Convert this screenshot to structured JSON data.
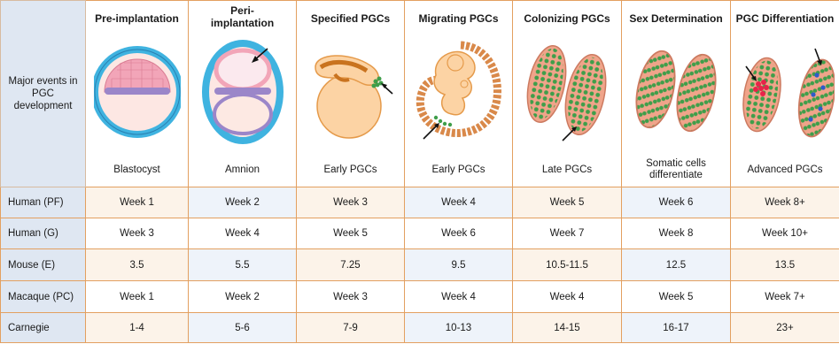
{
  "corner_label": "Major events in PGC development",
  "stages": [
    {
      "title": "Pre-implantation",
      "caption": "Blastocyst",
      "illustration": "blastocyst-icon"
    },
    {
      "title": "Peri-implantation",
      "caption": "Amnion",
      "illustration": "amnion-icon"
    },
    {
      "title": "Specified PGCs",
      "caption": "Early PGCs",
      "illustration": "early-embryo-icon"
    },
    {
      "title": "Migrating PGCs",
      "caption": "Early PGCs",
      "illustration": "curled-embryo-icon"
    },
    {
      "title": "Colonizing PGCs",
      "caption": "Late PGCs",
      "illustration": "gonad-pair-icon"
    },
    {
      "title": "Sex Determination",
      "caption": "Somatic cells differentiate",
      "illustration": "gonad-cords-icon"
    },
    {
      "title": "PGC Differentiation",
      "caption": "Advanced PGCs",
      "illustration": "differentiated-gonad-icon"
    }
  ],
  "rows": [
    {
      "label": "Human (PF)",
      "values": [
        "Week 1",
        "Week 2",
        "Week 3",
        "Week 4",
        "Week 5",
        "Week 6",
        "Week 8+"
      ]
    },
    {
      "label": "Human (G)",
      "values": [
        "Week 3",
        "Week 4",
        "Week 5",
        "Week 6",
        "Week 7",
        "Week 8",
        "Week 10+"
      ]
    },
    {
      "label": "Mouse (E)",
      "values": [
        "3.5",
        "5.5",
        "7.25",
        "9.5",
        "10.5-11.5",
        "12.5",
        "13.5"
      ]
    },
    {
      "label": "Macaque (PC)",
      "values": [
        "Week 1",
        "Week 2",
        "Week 3",
        "Week 4",
        "Week 4",
        "Week 5",
        "Week 7+"
      ]
    },
    {
      "label": "Carnegie",
      "values": [
        "1-4",
        "5-6",
        "7-9",
        "10-13",
        "14-15",
        "16-17",
        "23+"
      ]
    }
  ],
  "colors": {
    "grid_border": "#e3a060",
    "header_blue": "#dfe7f2",
    "cell_cream": "#fcf3e9",
    "cell_blue": "#eef3fa",
    "trophoblast_blue": "#3fb3e0",
    "icm_pink": "#f2a5b8",
    "hypoblast_purple": "#9b86c9",
    "embryo_peach": "#fcd3a4",
    "embryo_orange": "#e59a4a",
    "pgc_green": "#3f9e4a",
    "gonad_pink": "#f0a48a",
    "marker_red": "#e8234a",
    "marker_blue": "#2f5bc9"
  }
}
